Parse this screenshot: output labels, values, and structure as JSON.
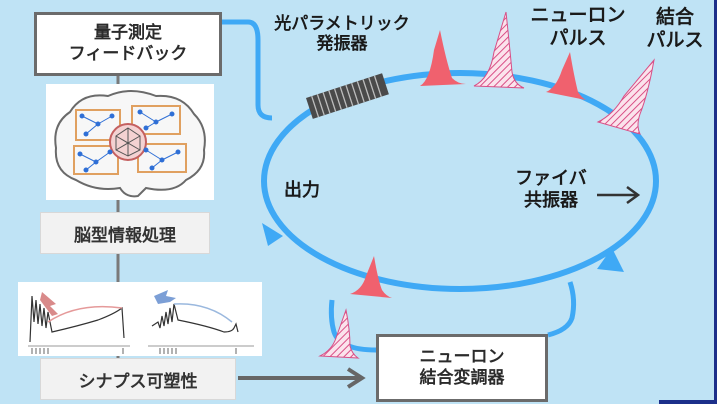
{
  "feedback": {
    "line1": "量子測定",
    "line2": "フィードバック"
  },
  "brain_label": "脳型情報処理",
  "synapse_label": "シナプス可塑性",
  "opo": {
    "line1": "光パラメトリック",
    "line2": "発振器"
  },
  "neuron_pulse": {
    "line1": "ニューロン",
    "line2": "パルス"
  },
  "coupling_pulse": {
    "line1": "結合",
    "line2": "パルス"
  },
  "output_label": "出力",
  "fiber": {
    "line1": "ファイバ",
    "line2": "共振器"
  },
  "modulator": {
    "line1": "ニューロン",
    "line2": "結合変調器"
  },
  "colors": {
    "background": "#bfe3f5",
    "ring": "#3fa9f5",
    "neuron_pulse_fill": "#f0616e",
    "coupling_pulse_fill": "#d94f86",
    "arrow_gray": "#666666"
  }
}
